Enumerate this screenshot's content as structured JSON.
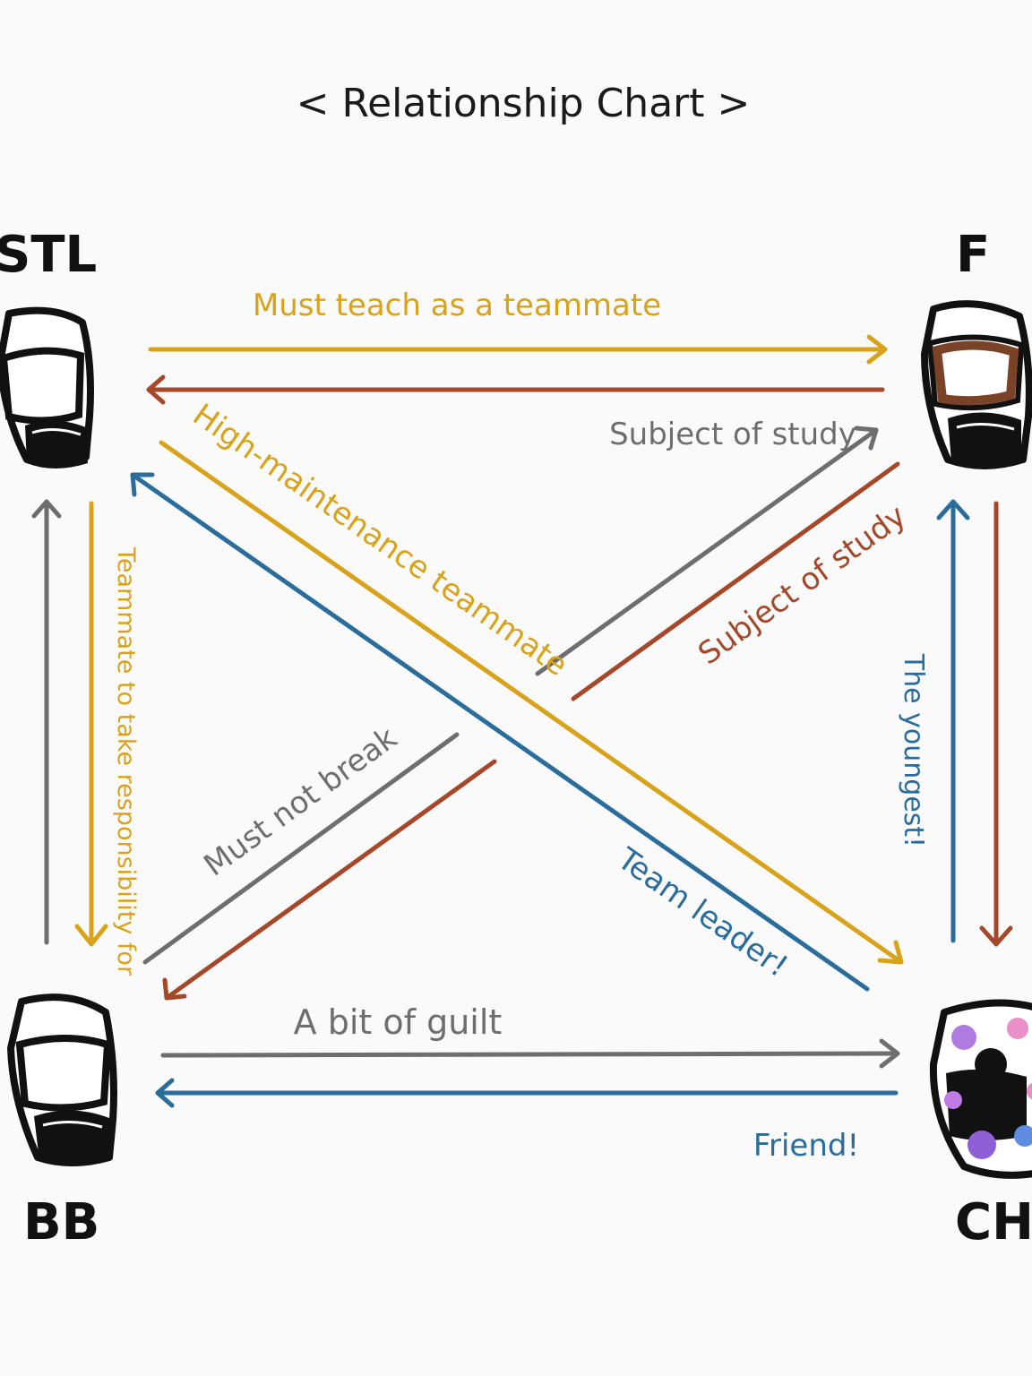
{
  "title": "< Relationship Chart >",
  "colors": {
    "yellow": "#d9a21b",
    "brown": "#a5482a",
    "gray": "#6e6e6e",
    "blue": "#2a6d9c",
    "ink": "#111111"
  },
  "nodes": {
    "stl": {
      "label": "STL",
      "helmet": "plain"
    },
    "f": {
      "label": "F",
      "helmet": "brown-visor"
    },
    "bb": {
      "label": "BB",
      "helmet": "plain"
    },
    "ch": {
      "label": "CH",
      "helmet": "patterned"
    }
  },
  "edges": {
    "stl_to_f": {
      "label": "Must teach as a teammate",
      "color": "yellow"
    },
    "f_to_stl": {
      "label": "",
      "color": "brown"
    },
    "bb_to_f": {
      "label": "Subject of study",
      "color": "gray"
    },
    "f_to_bb": {
      "label": "Subject of study",
      "color": "brown"
    },
    "stl_to_ch": {
      "label": "High-maintenance teammate",
      "color": "yellow"
    },
    "ch_to_stl": {
      "label": "Team leader!",
      "color": "blue"
    },
    "stl_to_bb": {
      "label": "Teammate to take responsibility for",
      "color": "yellow"
    },
    "bb_to_stl": {
      "label": "",
      "color": "gray"
    },
    "ch_to_f": {
      "label": "The youngest!",
      "color": "blue"
    },
    "f_to_ch": {
      "label": "",
      "color": "brown"
    },
    "bb_to_ch": {
      "label": "A bit of guilt",
      "color": "gray"
    },
    "ch_to_bb": {
      "label": "Friend!",
      "color": "blue"
    },
    "bb_to_mid": {
      "label": "Must not break",
      "color": "gray"
    }
  }
}
